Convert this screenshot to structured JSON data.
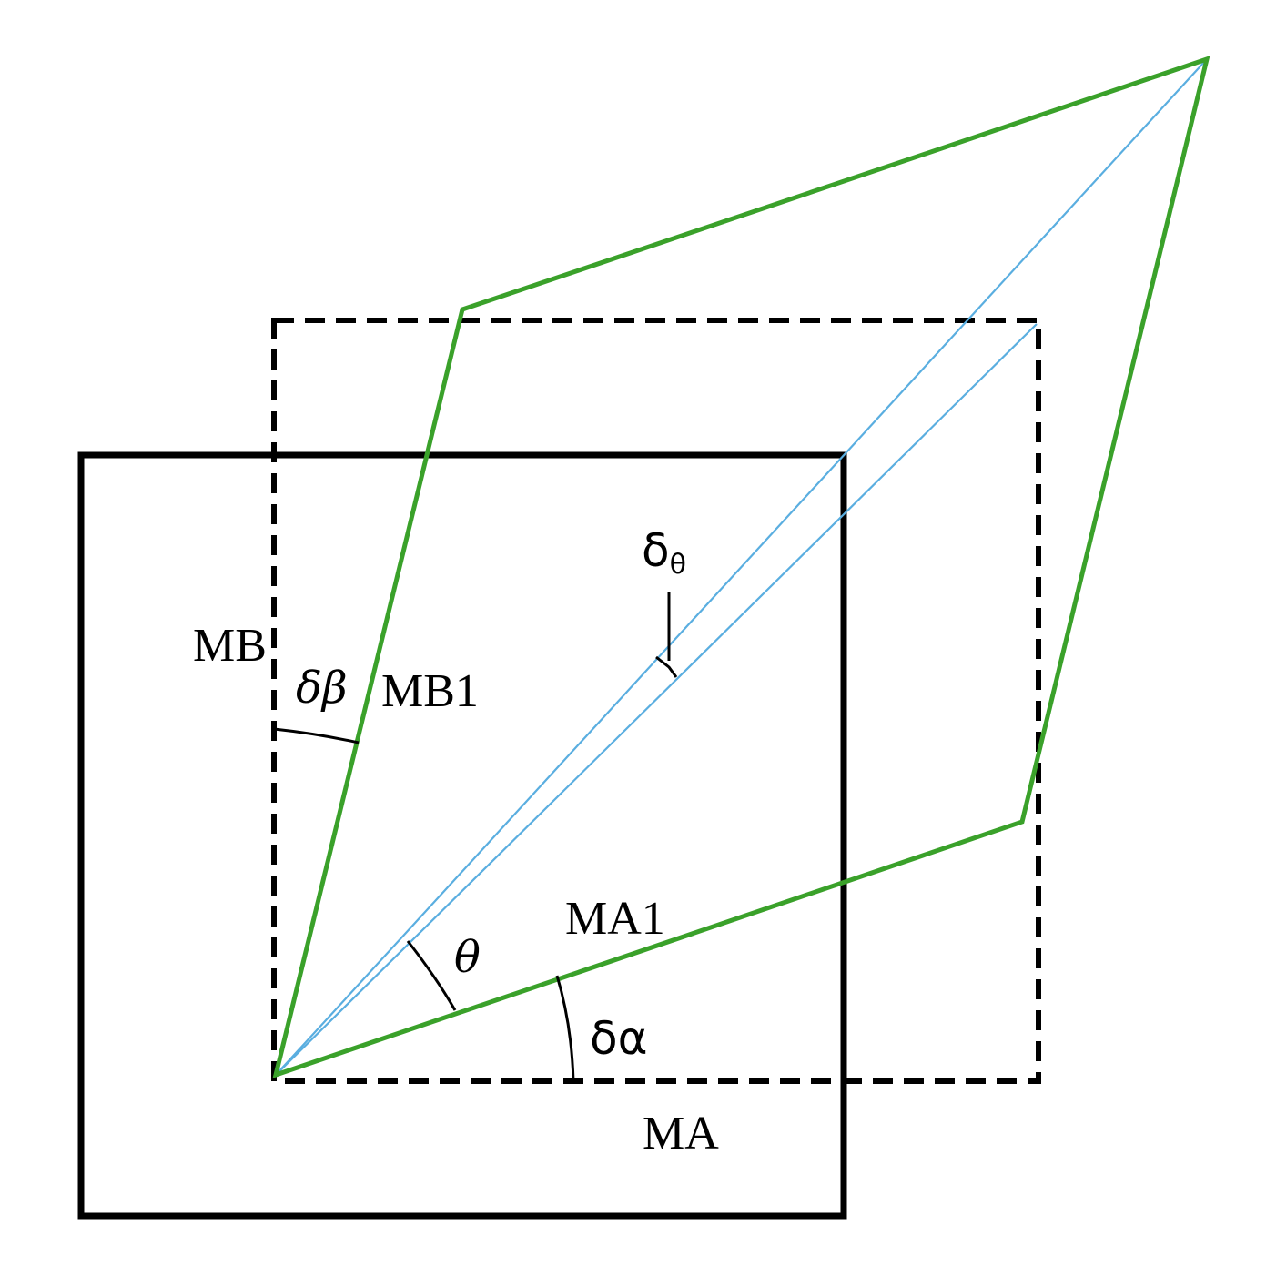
{
  "labels": {
    "mb": "MB",
    "mb1": "MB1",
    "ma1": "MA1",
    "ma": "MA",
    "theta": "θ",
    "delta_alpha": "δα",
    "delta_beta": "δβ",
    "delta_theta_base": "δ",
    "delta_theta_sub": "θ"
  },
  "colors": {
    "square_stroke": "#000000",
    "parallelogram_stroke": "#3aa12a",
    "diagonal_stroke": "#5aaee0",
    "angle_arc_stroke": "#000000"
  }
}
